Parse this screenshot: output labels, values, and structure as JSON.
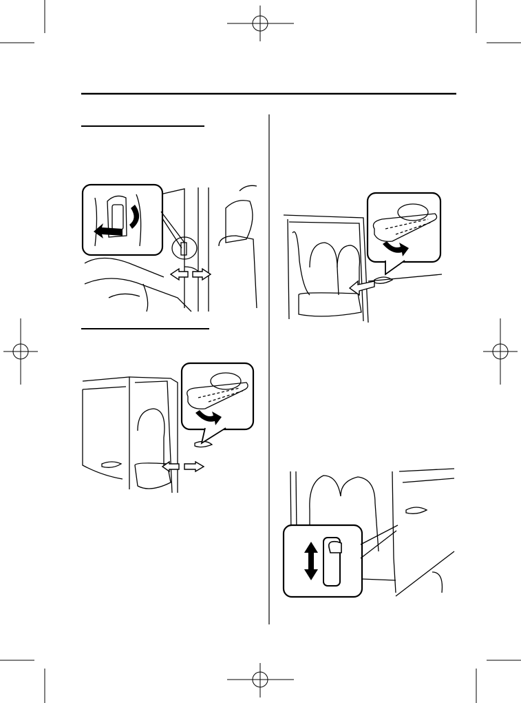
{
  "page": {
    "header_rule": true,
    "column_divider": true
  },
  "figures": [
    {
      "id": "fig-1",
      "icon": "rear-door-child-lock-lever-icon",
      "arrow": "double-horizontal"
    },
    {
      "id": "fig-2",
      "icon": "front-door-outer-handle-icon",
      "arrow": "double-horizontal"
    },
    {
      "id": "fig-3",
      "icon": "sliding-door-outer-handle-icon",
      "arrow": "single-left"
    },
    {
      "id": "fig-4",
      "icon": "sliding-door-lock-knob-icon",
      "arrow": "double-vertical"
    }
  ],
  "print_marks": {
    "crop_marks": true,
    "registration_marks": 4
  }
}
